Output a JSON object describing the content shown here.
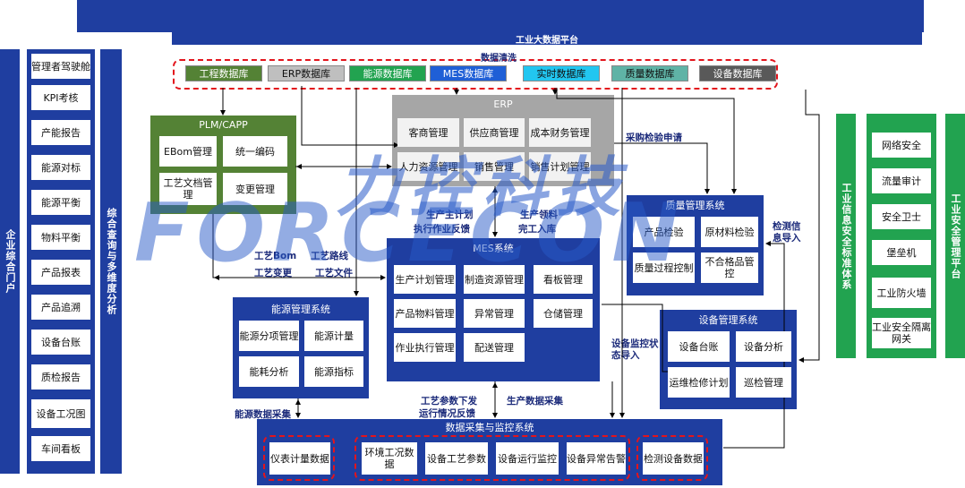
{
  "top_title": "工业大数据平台",
  "data_clean": "数据清洗",
  "databases": [
    {
      "label": "工程数据库",
      "color": "#548235"
    },
    {
      "label": "ERP数据库",
      "color": "#bfbfbf"
    },
    {
      "label": "能源数据库",
      "color": "#22a350"
    },
    {
      "label": "MES数据库",
      "color": "#1f5fd6"
    },
    {
      "label": "实时数据库",
      "color": "#22c6f0"
    },
    {
      "label": "质量数据库",
      "color": "#5fb3a6"
    },
    {
      "label": "设备数据库",
      "color": "#595959"
    }
  ],
  "left_portal": {
    "title": "企业综合门户",
    "items": [
      "管理者驾驶舱",
      "KPI考核",
      "产能报告",
      "能源对标",
      "能源平衡",
      "物料平衡",
      "产品报表",
      "产品追溯",
      "设备台账",
      "质检报告",
      "设备工况图",
      "车间看板"
    ],
    "analysis": "综合查询与多维度分析"
  },
  "plm": {
    "title": "PLM/CAPP",
    "items": [
      "EBom管理",
      "统一编码",
      "工艺文档管理",
      "变更管理"
    ]
  },
  "erp": {
    "title": "ERP",
    "items": [
      "客商管理",
      "供应商管理",
      "成本财务管理",
      "人力资源管理",
      "销售管理",
      "销售计划管理"
    ]
  },
  "mes": {
    "title": "MES系统",
    "items": [
      "生产计划管理",
      "制造资源管理",
      "看板管理",
      "产品物料管理",
      "异常管理",
      "仓储管理",
      "作业执行管理",
      "配送管理"
    ]
  },
  "quality": {
    "title": "质量管理系统",
    "items": [
      "产品检验",
      "原材料检验",
      "质量过程控制",
      "不合格品管控"
    ]
  },
  "equipment": {
    "title": "设备管理系统",
    "items": [
      "设备台账",
      "设备分析",
      "运维检修计划",
      "巡检管理"
    ]
  },
  "energy": {
    "title": "能源管理系统",
    "items": [
      "能源分项管理",
      "能源计量",
      "能耗分析",
      "能源指标"
    ]
  },
  "collect": {
    "title": "数据采集与监控系统",
    "items": [
      "仪表计量数据",
      "环境工况数据",
      "设备工艺参数",
      "设备运行监控",
      "设备异常告警",
      "检测设备数据"
    ]
  },
  "security": {
    "info_std": "工业信息安全标准体系",
    "platform": "工业安全管理平台",
    "items": [
      "网络安全",
      "流量审计",
      "安全卫士",
      "堡垒机",
      "工业防火墙",
      "工业安全隔离网关"
    ]
  },
  "labels": {
    "purchase_check": "采购检验申请",
    "prod_plan": "生产主计划",
    "exec_feedback": "执行作业反馈",
    "prod_material": "生产领料",
    "finish_in": "完工入库",
    "bom": "工艺Bom",
    "route": "工艺路线",
    "change": "工艺变更",
    "doc": "工艺文件",
    "inspect_in": "检测信息导入",
    "equip_monitor": "设备监控状态导入",
    "param_down": "工艺参数下发",
    "run_feedback": "运行情况反馈",
    "prod_collect": "生产数据采集",
    "energy_collect": "能源数据采集"
  },
  "watermark": {
    "cn": "力控科技",
    "en": "FORCECON"
  }
}
